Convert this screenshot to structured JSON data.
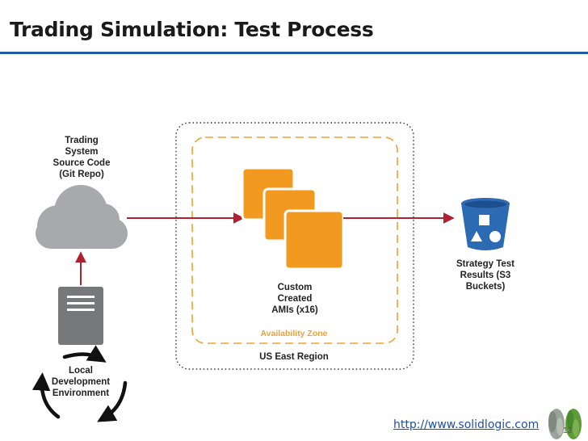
{
  "slide": {
    "title": "Trading Simulation: Test Process",
    "page_number": "13",
    "link": "http://www.solidlogic.com"
  },
  "labels": {
    "source_code": "Trading\nSystem\nSource Code\n(Git Repo)",
    "local_dev": "Local\nDevelopment\nEnvironment",
    "amis": "Custom\nCreated\nAMIs (x16)",
    "availability_zone": "Availability Zone",
    "region": "US East Region",
    "results": "Strategy Test\nResults (S3\nBuckets)"
  },
  "colors": {
    "accent_blue": "#1f5f9e",
    "ami_orange": "#f29a1f",
    "zone_orange": "#f0a030",
    "arrow_red": "#b0212f",
    "cloud_gray": "#a7a9ac",
    "server_gray": "#77787b",
    "bucket_blue": "#2d6ab4"
  },
  "icons": [
    "cloud-icon",
    "server-icon",
    "ami-icon",
    "s3-bucket-icon",
    "brain-logo-icon"
  ]
}
